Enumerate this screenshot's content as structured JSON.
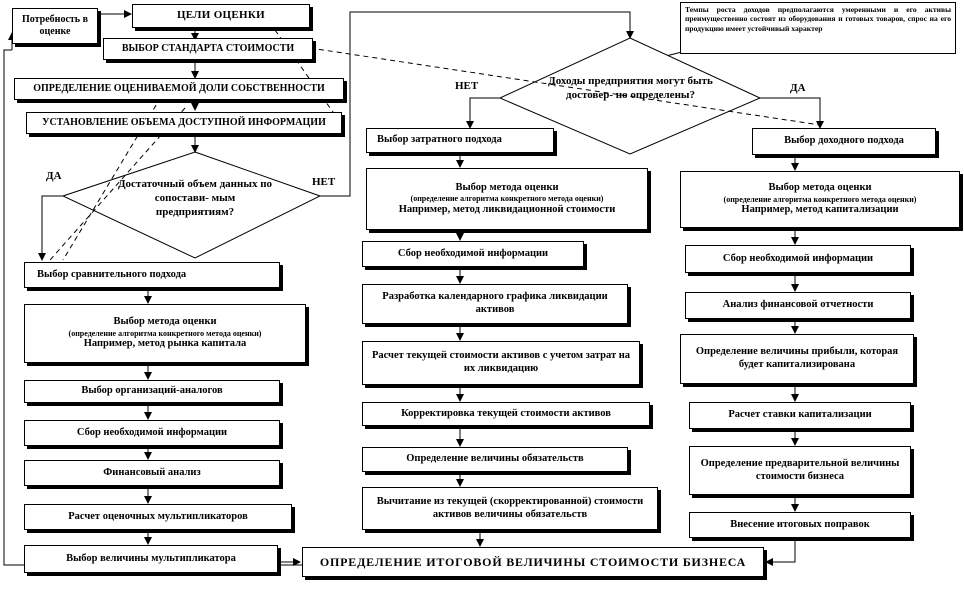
{
  "diagram": {
    "need_box": "Потребность в оценке",
    "goals": "ЦЕЛИ ОЦЕНКИ",
    "standard": "ВЫБОР СТАНДАРТА СТОИМОСТИ",
    "share": "ОПРЕДЕЛЕНИЕ ОЦЕНИВАЕМОЙ ДОЛИ СОБСТВЕННОСТИ",
    "info_volume": "УСТАНОВЛЕНИЕ ОБЪЕМА ДОСТУПНОЙ ИНФОРМАЦИИ",
    "decision_left": "Достаточный объем данных по сопостави- мым предприятиям?",
    "decision_right": "Доходы предприятия могут быть достовер- но определены?",
    "yes": "ДА",
    "no": "НЕТ",
    "note": "Темпы роста доходов предполагаются умеренными и его активы преимущественно состоят из оборудования и готовых товаров, спрос на его продукцию имеет устойчивый характер",
    "comparative": {
      "approach": "Выбор сравнительного подхода",
      "method_title": "Выбор метода оценки",
      "method_note": "(определение алгоритма конкретного метода оценки)",
      "method_example": "Например, метод рынка капитала",
      "analogs": "Выбор организаций-аналогов",
      "collect": "Сбор необходимой информации",
      "financial": "Финансовый анализ",
      "multipliers_calc": "Расчет оценочных мультипликаторов",
      "multiplier_choice": "Выбор величины мультипликатора"
    },
    "cost": {
      "approach": "Выбор затратного подхода",
      "method_title": "Выбор метода оценки",
      "method_note": "(определение алгоритма конкретного метода оценки)",
      "method_example": "Например, метод ликвидационной стоимости",
      "collect": "Сбор необходимой информации",
      "schedule": "Разработка календарного графика ликвидации активов",
      "current_value": "Расчет текущей стоимости активов с учетом затрат на их ликвидацию",
      "adjust": "Корректировка текущей стоимости активов",
      "liabilities": "Определение величины обязательств",
      "subtract": "Вычитание из текущей (скорректированной) стоимости активов величины обязательств"
    },
    "income": {
      "approach": "Выбор доходного подхода",
      "method_title": "Выбор метода оценки",
      "method_note": "(определение алгоритма конкретного метода оценки)",
      "method_example": "Например, метод капитализации",
      "collect": "Сбор необходимой информации",
      "fin_statements": "Анализ финансовой отчетности",
      "profit": "Определение величины прибыли, которая будет капитализирована",
      "cap_rate": "Расчет ставки капитализации",
      "prelim": "Определение предварительной величины стоимости бизнеса",
      "adjustments": "Внесение итоговых поправок"
    },
    "final": "ОПРЕДЕЛЕНИЕ ИТОГОВОЙ ВЕЛИЧИНЫ СТОИМОСТИ БИЗНЕСА"
  }
}
